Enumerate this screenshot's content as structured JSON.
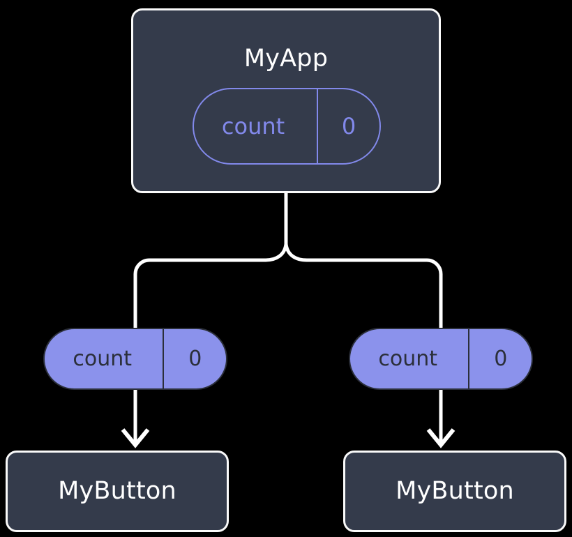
{
  "diagram": {
    "title_hidden": "",
    "background_color": "#000000",
    "node_fill": "#343B4B",
    "node_border": "#FAFAFA",
    "accent_color": "#8B92EC",
    "accent_outline_color": "#8289EB",
    "edge_color": "#FFFFFF",
    "dark_text_color": "#2B2F3A",
    "root": {
      "name": "MyApp",
      "state": {
        "key": "count",
        "value": "0"
      }
    },
    "branches": [
      {
        "state": {
          "key": "count",
          "value": "0"
        },
        "child": {
          "name": "MyButton"
        }
      },
      {
        "state": {
          "key": "count",
          "value": "0"
        },
        "child": {
          "name": "MyButton"
        }
      }
    ]
  }
}
